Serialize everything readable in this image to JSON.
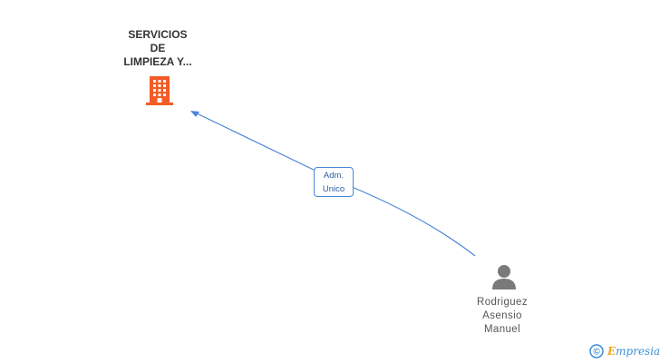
{
  "company": {
    "name": "SERVICIOS\nDE\nLIMPIEZA Y...",
    "icon": "building-icon",
    "color": "#f25c26"
  },
  "person": {
    "name": "Rodriguez\nAsensio\nManuel",
    "icon": "person-icon",
    "color": "#7a7a7a"
  },
  "relation": {
    "label": "Adm.\nUnico",
    "color": "#4a86d8"
  },
  "footer": {
    "copyright_symbol": "©",
    "brand": "mpresia",
    "brand_initial": "E"
  }
}
